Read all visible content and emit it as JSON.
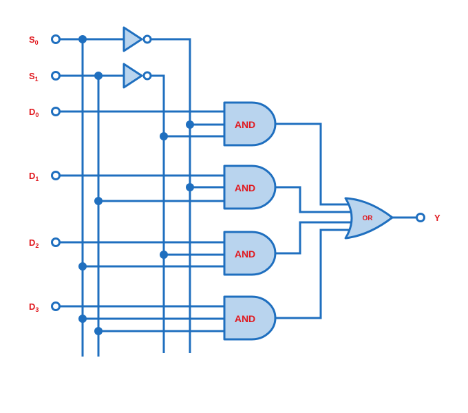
{
  "diagram": {
    "inputs": {
      "s0": {
        "letter": "S",
        "sub": "0"
      },
      "s1": {
        "letter": "S",
        "sub": "1"
      },
      "d0": {
        "letter": "D",
        "sub": "0"
      },
      "d1": {
        "letter": "D",
        "sub": "1"
      },
      "d2": {
        "letter": "D",
        "sub": "2"
      },
      "d3": {
        "letter": "D",
        "sub": "3"
      }
    },
    "gates": {
      "and0": "AND",
      "and1": "AND",
      "and2": "AND",
      "and3": "AND",
      "or": "OR"
    },
    "output": "Y",
    "colors": {
      "wire": "#1f6fbf",
      "gate_fill": "#b9d4ee",
      "label": "#e0191f"
    }
  }
}
